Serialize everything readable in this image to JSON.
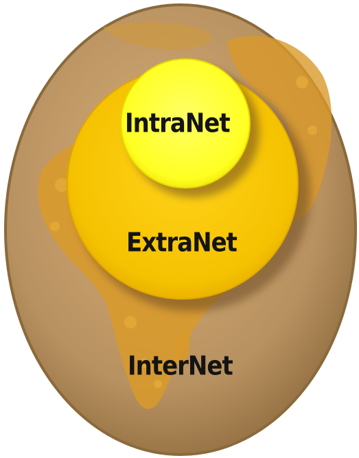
{
  "labels": {
    "intranet": "IntraNet",
    "extranet": "ExtraNet",
    "internet": "InterNet"
  },
  "colors": {
    "globe_outer": "#b08a54",
    "globe_inner": "#c7a06a",
    "globe_edge": "#8a6a3c",
    "land": "#d99a2a",
    "land_light": "#e8b23a",
    "extranet_fill": "#f7c800",
    "extranet_edge": "#e0a800",
    "intranet_fill": "#ffff33",
    "intranet_edge": "#e8d800",
    "shadow": "#6b4a20",
    "text": "#141414"
  },
  "icons": {
    "globe": "globe-icon",
    "continent": "africa-landmass"
  }
}
